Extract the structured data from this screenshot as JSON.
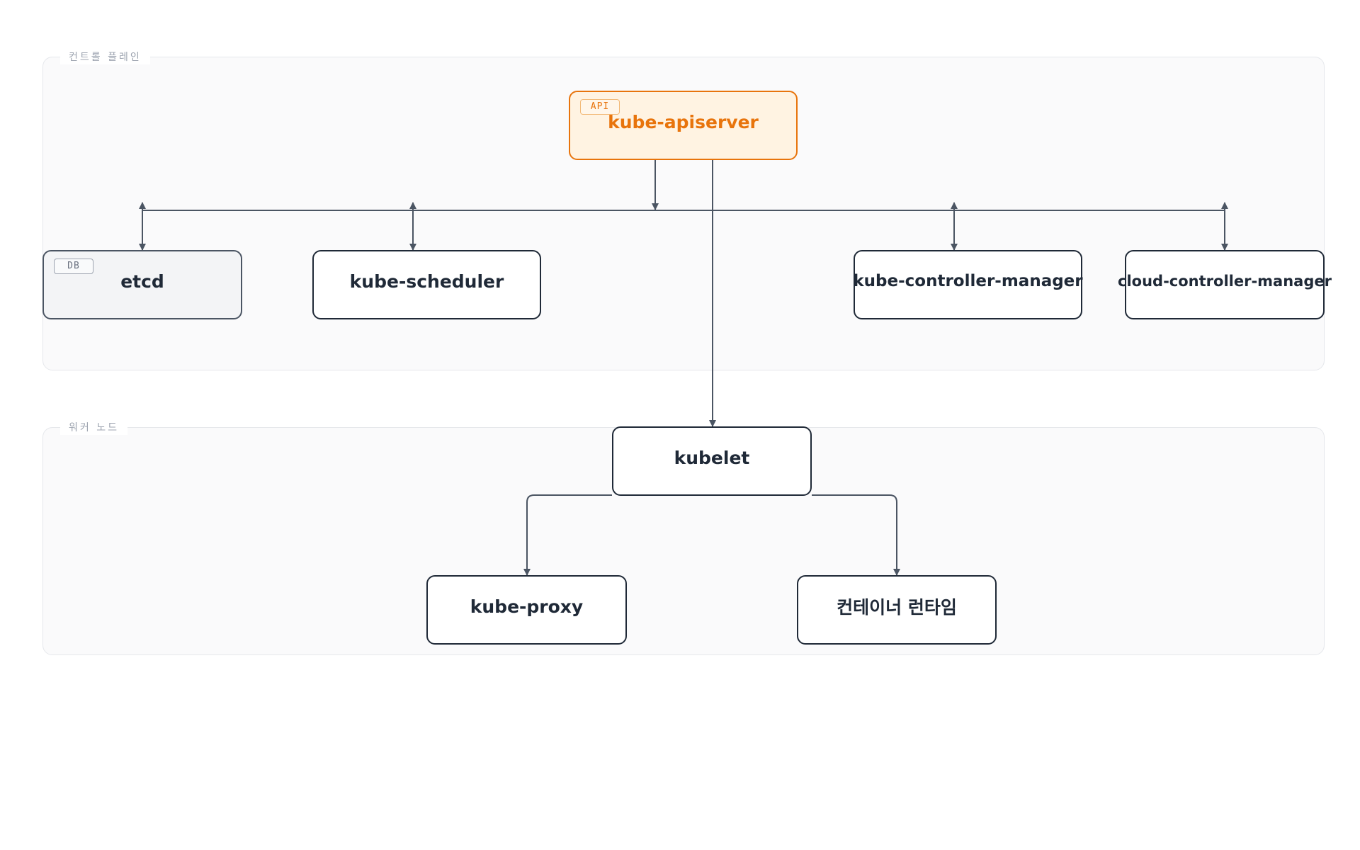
{
  "groups": {
    "control_plane": {
      "label": "컨트롤 플레인"
    },
    "worker_node": {
      "label": "워커 노드"
    }
  },
  "nodes": {
    "apiserver": {
      "label": "kube-apiserver",
      "tag": "API"
    },
    "etcd": {
      "label": "etcd",
      "tag": "DB"
    },
    "scheduler": {
      "label": "kube-scheduler"
    },
    "controller_manager": {
      "label": "kube-controller-manager"
    },
    "cloud_controller_manager": {
      "label": "cloud-controller-manager"
    },
    "kubelet": {
      "label": "kubelet"
    },
    "kube_proxy": {
      "label": "kube-proxy"
    },
    "container_runtime": {
      "label": "컨테이너 런타임"
    }
  },
  "edges": [
    {
      "from": "kube-apiserver",
      "to": "etcd",
      "bidirectional": true
    },
    {
      "from": "kube-apiserver",
      "to": "kube-scheduler",
      "bidirectional": true
    },
    {
      "from": "kube-apiserver",
      "to": "kube-controller-manager",
      "bidirectional": true
    },
    {
      "from": "kube-apiserver",
      "to": "cloud-controller-manager",
      "bidirectional": true
    },
    {
      "from": "kube-apiserver",
      "to": "kubelet",
      "bidirectional": false
    },
    {
      "from": "kubelet",
      "to": "kube-proxy",
      "bidirectional": false
    },
    {
      "from": "kubelet",
      "to": "컨테이너 런타임",
      "bidirectional": false
    }
  ],
  "colors": {
    "api_accent": "#e8740c",
    "api_fill": "#fff3e2",
    "node_border": "#1f2937",
    "edge": "#4b5563",
    "db_fill": "#f3f4f6",
    "group_fill": "#fafafb"
  }
}
